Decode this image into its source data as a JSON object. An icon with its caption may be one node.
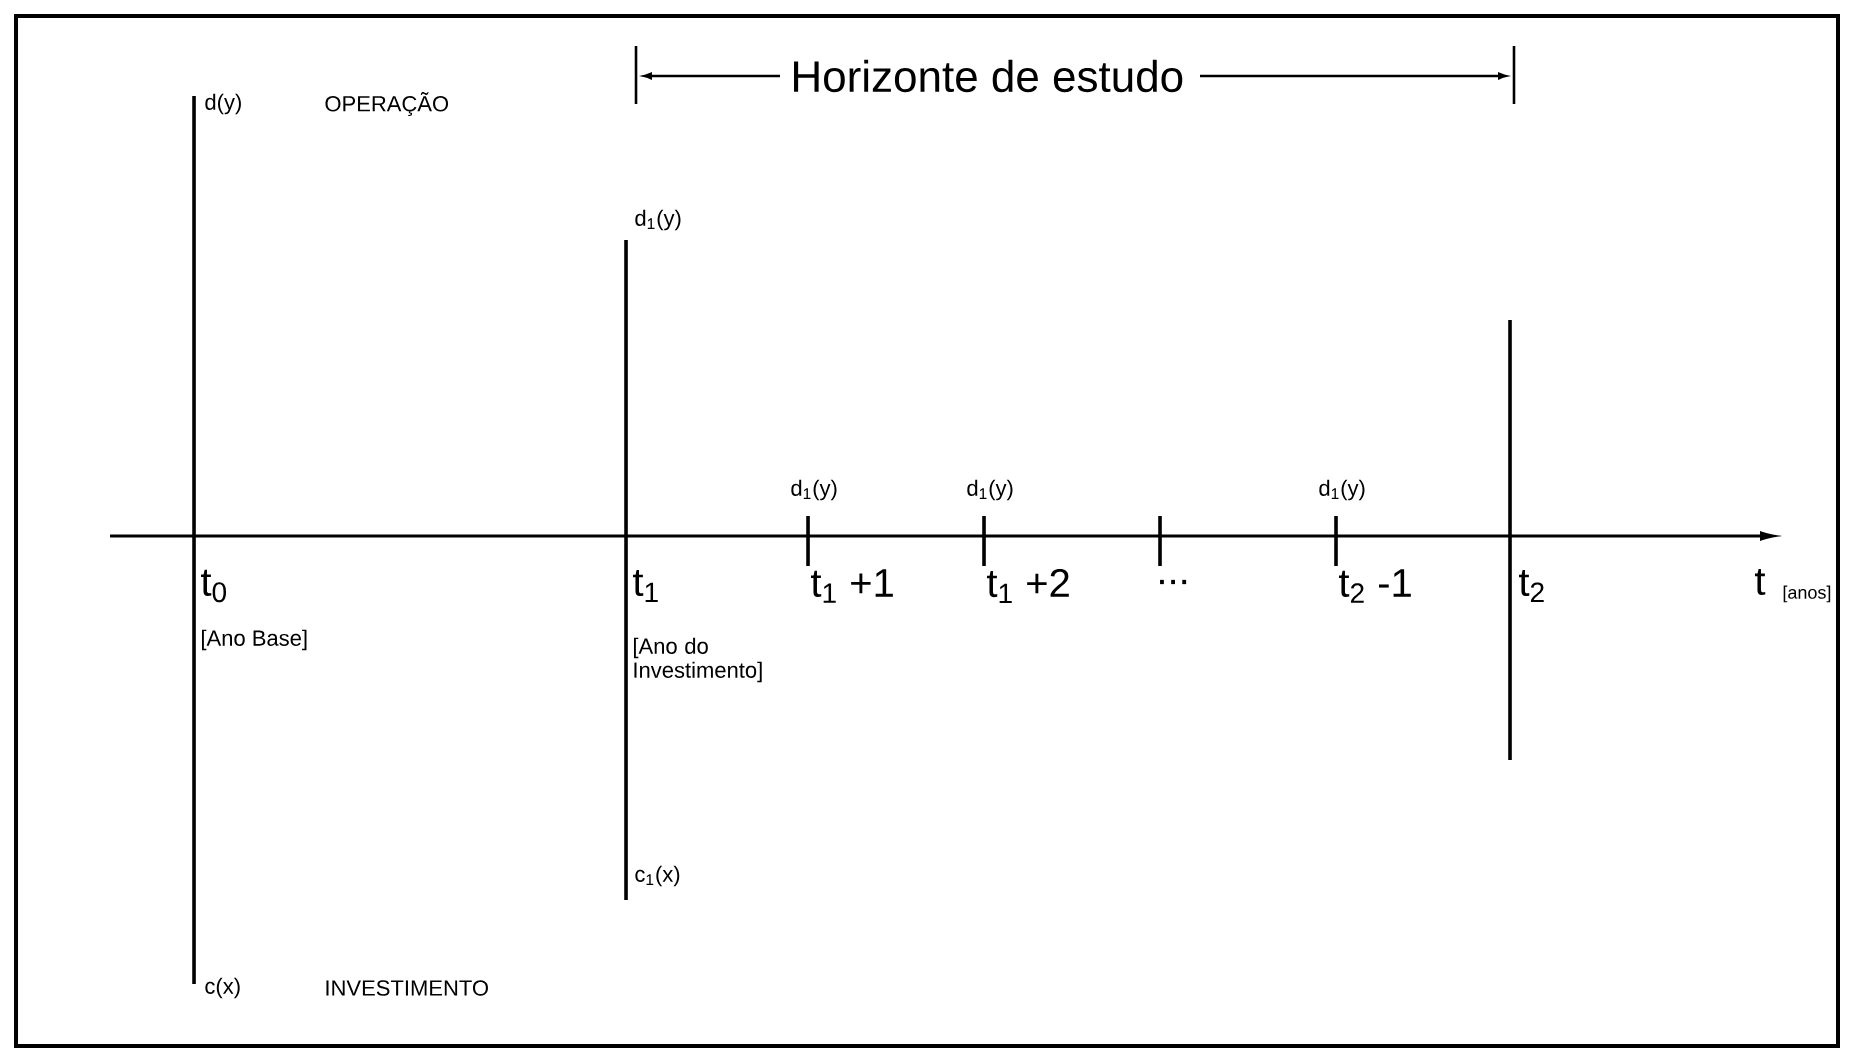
{
  "diagram": {
    "labels": [
      "Horizonte de estudo",
      "d(y)",
      "OPERAÇÃO",
      "d$_{1}$(y)",
      "d$_{1}$(y)",
      "d$_{1}$(y)",
      "d$_{1}$(y)",
      "t$_{0}$",
      "t$_{1}$",
      "t$_{1}$ +1",
      "t$_{1}$ +2",
      "...",
      "t$_{2}$ -1",
      "t$_{2}$",
      "t",
      "[anos]",
      "[Ano Base]",
      "[Ano do Investimento]",
      "c$_{1}$(x)",
      "c(x)",
      "INVESTIMENTO"
    ]
  }
}
